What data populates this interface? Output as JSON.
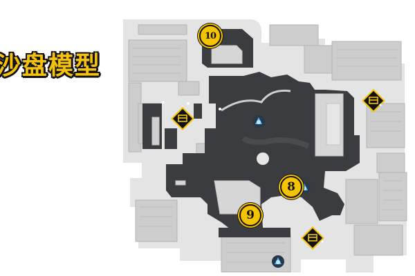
{
  "map": {
    "title": "沙盘模型",
    "markers": [
      {
        "id": "marker-10",
        "label": "10"
      },
      {
        "id": "marker-8",
        "label": "8"
      },
      {
        "id": "marker-9",
        "label": "9"
      }
    ],
    "icons": [
      "treasure-chest-icon",
      "teleport-anchor-icon"
    ],
    "colors": {
      "accent": "#f5c400",
      "walkable": "#3b3c3f",
      "building": "#cfcfcf",
      "background": "#ffffff"
    }
  }
}
